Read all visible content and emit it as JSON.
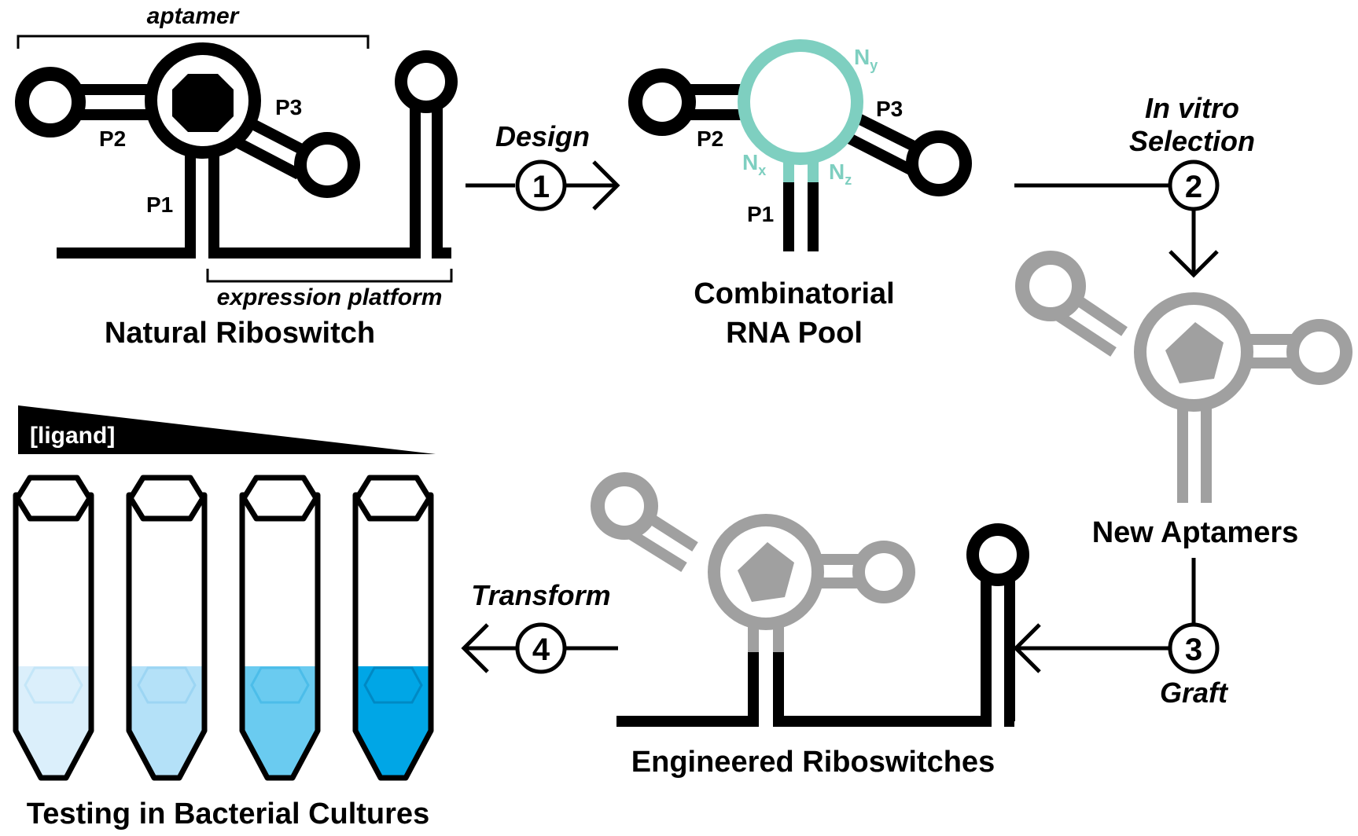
{
  "natural": {
    "aptamer_label": "aptamer",
    "expression_label": "expression platform",
    "title": "Natural Riboswitch",
    "p1": "P1",
    "p2": "P2",
    "p3": "P3"
  },
  "pool": {
    "title_line1": "Combinatorial",
    "title_line2": "RNA Pool",
    "p1": "P1",
    "p2": "P2",
    "p3": "P3",
    "nx": "N",
    "nx_sub": "x",
    "ny": "N",
    "ny_sub": "y",
    "nz": "N",
    "nz_sub": "z"
  },
  "steps": {
    "s1_label": "Design",
    "s1_num": "1",
    "s2_label_line1": "In vitro",
    "s2_label_line2": "Selection",
    "s2_num": "2",
    "s3_label": "Graft",
    "s3_num": "3",
    "s4_label": "Transform",
    "s4_num": "4"
  },
  "new_aptamers": {
    "title": "New Aptamers"
  },
  "engineered": {
    "title": "Engineered Riboswitches"
  },
  "testing": {
    "title": "Testing in Bacterial Cultures",
    "ligand_label": "[ligand]",
    "tube_fill_colors": [
      "#dbeffb",
      "#b4e1f8",
      "#6acbf0",
      "#00a6e6"
    ],
    "tube_band_colors": [
      "#c4e6f8",
      "#9cd5f3",
      "#4cbde9",
      "#0089c4"
    ]
  },
  "colors": {
    "black": "#000000",
    "gray": "#a0a0a0",
    "teal": "#7ecfc0"
  }
}
